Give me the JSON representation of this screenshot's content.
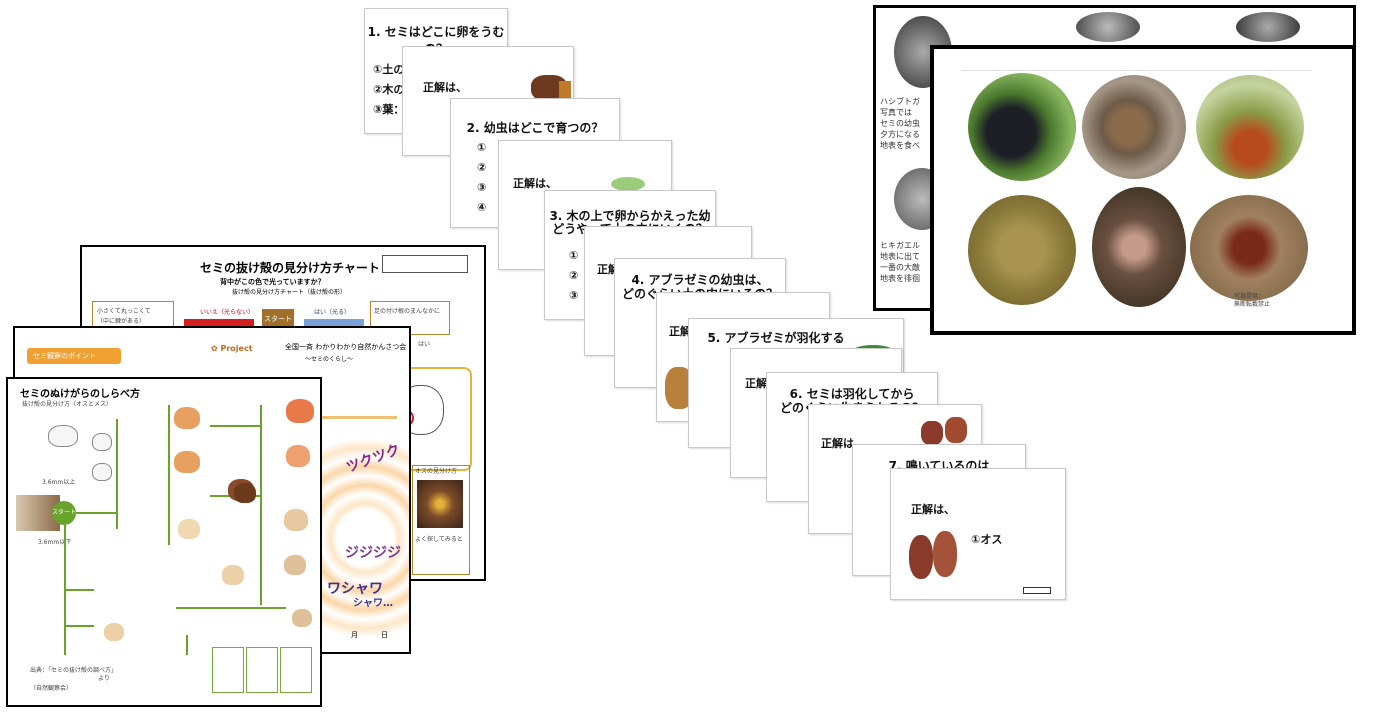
{
  "quiz": {
    "q1": "1. セミはどこに卵をうむの？",
    "q1_options": [
      "①土の",
      "②木の",
      "③葉："
    ],
    "answer_prefix": "正解は、",
    "q2": "2. 幼虫はどこで育つの？",
    "q2_options": [
      "①",
      "②",
      "③",
      "④"
    ],
    "q3_line1": "3. 木の上で卵からかえった幼虫は、",
    "q3_line2": "どうやって土の中にいくの？",
    "q3_options": [
      "①",
      "②",
      "③"
    ],
    "q4_line1": "4. アブラゼミの幼虫は、",
    "q4_line2": "どのぐらい土の中にいるの？",
    "q5": "5. アブラゼミが羽化する",
    "q6_line1": "6. セミは羽化してから",
    "q6_line2": "どのぐらい生きられるの？",
    "q7": "7. 鳴いているのは",
    "q7_answer": "①オス"
  },
  "predators": {
    "back_lines": [
      "ハシブトガ",
      "写真では",
      "セミの幼虫",
      "夕方になる",
      "地表を食べ"
    ],
    "back_lines2": [
      "ヒキガエル",
      "地表に出て",
      "一番の大敵",
      "地表を徘徊"
    ],
    "caption_lines": [
      "写真提供：",
      "無断転載禁止"
    ],
    "colors": {
      "crow": "#1d1f27",
      "sparrow": "#8a6b4a",
      "wasp": "#b84a1c",
      "toad": "#8b7a3a",
      "centipede": "#7a2a18"
    }
  },
  "chart": {
    "title": "セミの抜け殻の見分け方チャート",
    "subtitle": "抜け殻の見分け方チャート（抜け殻の形）",
    "question_1": "背中がこの色で光っていますか？",
    "question_2": "足の付け根のまんなかに",
    "start_label": "スタート",
    "no_label": "いいえ（光らない）",
    "yes_label": "はい（光る）",
    "yes2_label": "はい",
    "small_label": "小さくて丸っこくて",
    "detail_label": "（中に棘がある）",
    "colors": {
      "red": "#d22020",
      "brown": "#a0702a",
      "blue": "#7aa0d8"
    }
  },
  "poster": {
    "header": "セミ観察のポイント",
    "project": "全国一斉 わかりわかり自然かんさつ会",
    "project_sub": "〜セミのくらし〜",
    "sound1": "ツクツク",
    "sound2": "ジジジジ",
    "sound3": "ワシャワ",
    "sound4": "シャワ…",
    "pot_labels": [
      "月",
      "日"
    ],
    "photo_caption1": "オスの見分け方",
    "photo_caption2": "よく探してみると"
  },
  "flow": {
    "title": "セミのぬけがらのしらべ方",
    "subtitle": "抜け殻の見分け方（オスとメス）",
    "start": "スタート",
    "size_label1": "3.6mm以上",
    "size_label2": "3.6mm以下",
    "footer1": "出典：「セミの抜け殻の調べ方」",
    "footer2": "より",
    "footer3": "（自然観察会）"
  }
}
